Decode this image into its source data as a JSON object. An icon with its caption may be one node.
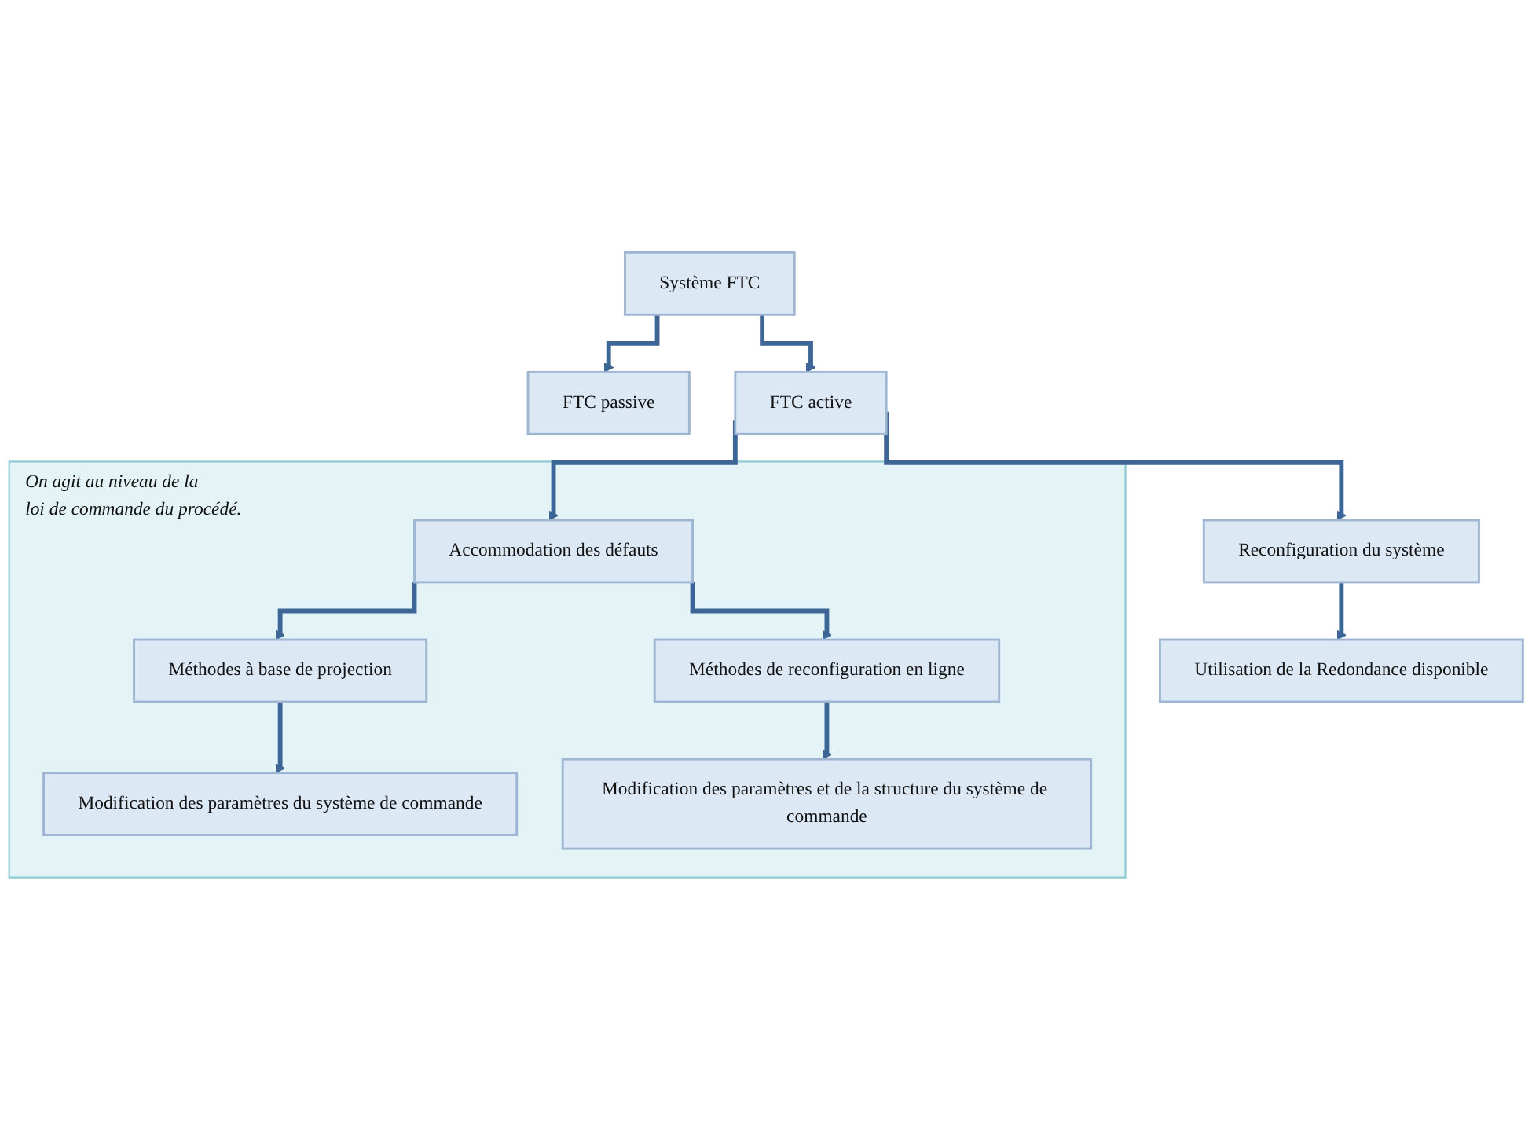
{
  "diagram": {
    "nodes": [
      {
        "text": [
          "Système FTC"
        ]
      },
      {
        "text": [
          "FTC passive"
        ]
      },
      {
        "text": [
          "FTC active"
        ]
      },
      {
        "text": [
          "On agit au niveau de la loi de commande du procédé."
        ]
      },
      {
        "text": [
          "Accommodation des défauts"
        ],
        "in": 3
      },
      {
        "text": [
          "Reconfiguration du système"
        ]
      },
      {
        "text": [
          "Méthodes à base de projection"
        ],
        "in": 3
      },
      {
        "text": [
          "Méthodes de reconfiguration en ligne"
        ],
        "in": 3
      },
      {
        "text": [
          "Utilisation de la Redondance disponible"
        ]
      },
      {
        "text": [
          "Modification des paramètres du système de commande"
        ],
        "in": 3
      },
      {
        "text": [
          "Modification des paramètres et de la structure du système de commande"
        ],
        "in": 3
      }
    ],
    "edges": [
      {
        "from": 0,
        "to": 1,
        "arrow": "to"
      },
      {
        "from": 0,
        "to": 2,
        "arrow": "to"
      },
      {
        "from": 2,
        "to": 4,
        "arrow": "to"
      },
      {
        "from": 2,
        "to": 5,
        "arrow": "to"
      },
      {
        "from": 4,
        "to": 6,
        "arrow": "to"
      },
      {
        "from": 4,
        "to": 7,
        "arrow": "to"
      },
      {
        "from": 5,
        "to": 8,
        "arrow": "to"
      },
      {
        "from": 6,
        "to": 9,
        "arrow": "to"
      },
      {
        "from": 7,
        "to": 10,
        "arrow": "to"
      }
    ]
  }
}
